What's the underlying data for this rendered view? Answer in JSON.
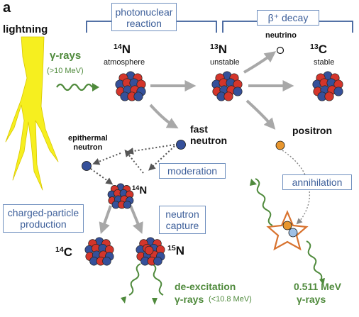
{
  "panel_letter": "a",
  "lightning": "lightning",
  "gamma_in": {
    "title": "γ-rays",
    "energy": "(>10 MeV)"
  },
  "header": {
    "photonuclear": "photonuclear\nreaction",
    "beta_decay": "β⁺ decay"
  },
  "n14_atm": {
    "mass": "14",
    "symbol": "N",
    "label": "atmosphere"
  },
  "n13": {
    "mass": "13",
    "symbol": "N",
    "label": "unstable"
  },
  "c13": {
    "mass": "13",
    "symbol": "C",
    "label": "stable"
  },
  "neutrino": "neutrino",
  "positron": "positron",
  "fast_neutron": "fast\nneutron",
  "epithermal_neutron": "epithermal\nneutron",
  "moderation": "moderation",
  "annihilation": "annihilation",
  "n14_mid": {
    "mass": "14",
    "symbol": "N"
  },
  "charged_particle": "charged-particle\nproduction",
  "neutron_capture": "neutron\ncapture",
  "c14": {
    "mass": "14",
    "symbol": "C"
  },
  "n15": {
    "mass": "15",
    "symbol": "N"
  },
  "deexcitation": {
    "title": "de-excitation",
    "gamma": "γ-rays",
    "energy": "(<10.8 MeV)"
  },
  "annihilation_gamma": {
    "energy": "0.511 MeV",
    "gamma": "γ-rays"
  },
  "colors": {
    "proton": "#d4352b",
    "neutron": "#35509a",
    "positron": "#e8962e",
    "box_border": "#6f8fbe",
    "box_text": "#3d5f9a",
    "gamma_green": "#4f8a3c",
    "lightning": "#f6ef1f",
    "arrow_gray": "#a8a8a8"
  }
}
